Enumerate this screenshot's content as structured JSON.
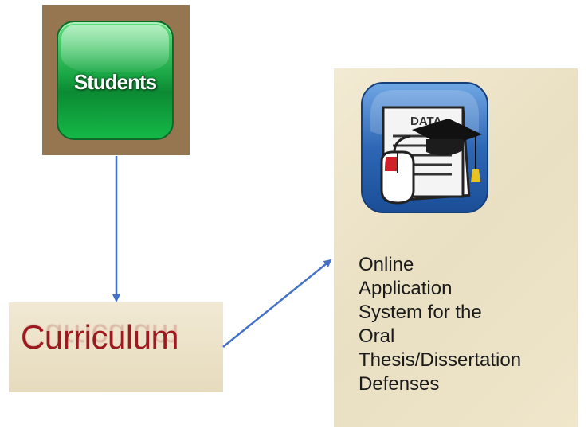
{
  "students": {
    "label": "Students"
  },
  "curriculum": {
    "label": "Curriculum"
  },
  "app": {
    "icon_text": "DATA",
    "lines": [
      "Online",
      "Application",
      "System for the",
      "Oral",
      "Thesis/Dissertation",
      "Defenses"
    ]
  },
  "colors": {
    "arrow": "#4472c4",
    "students_bg": "#957650",
    "curriculum_text": "#9c1a1f"
  }
}
